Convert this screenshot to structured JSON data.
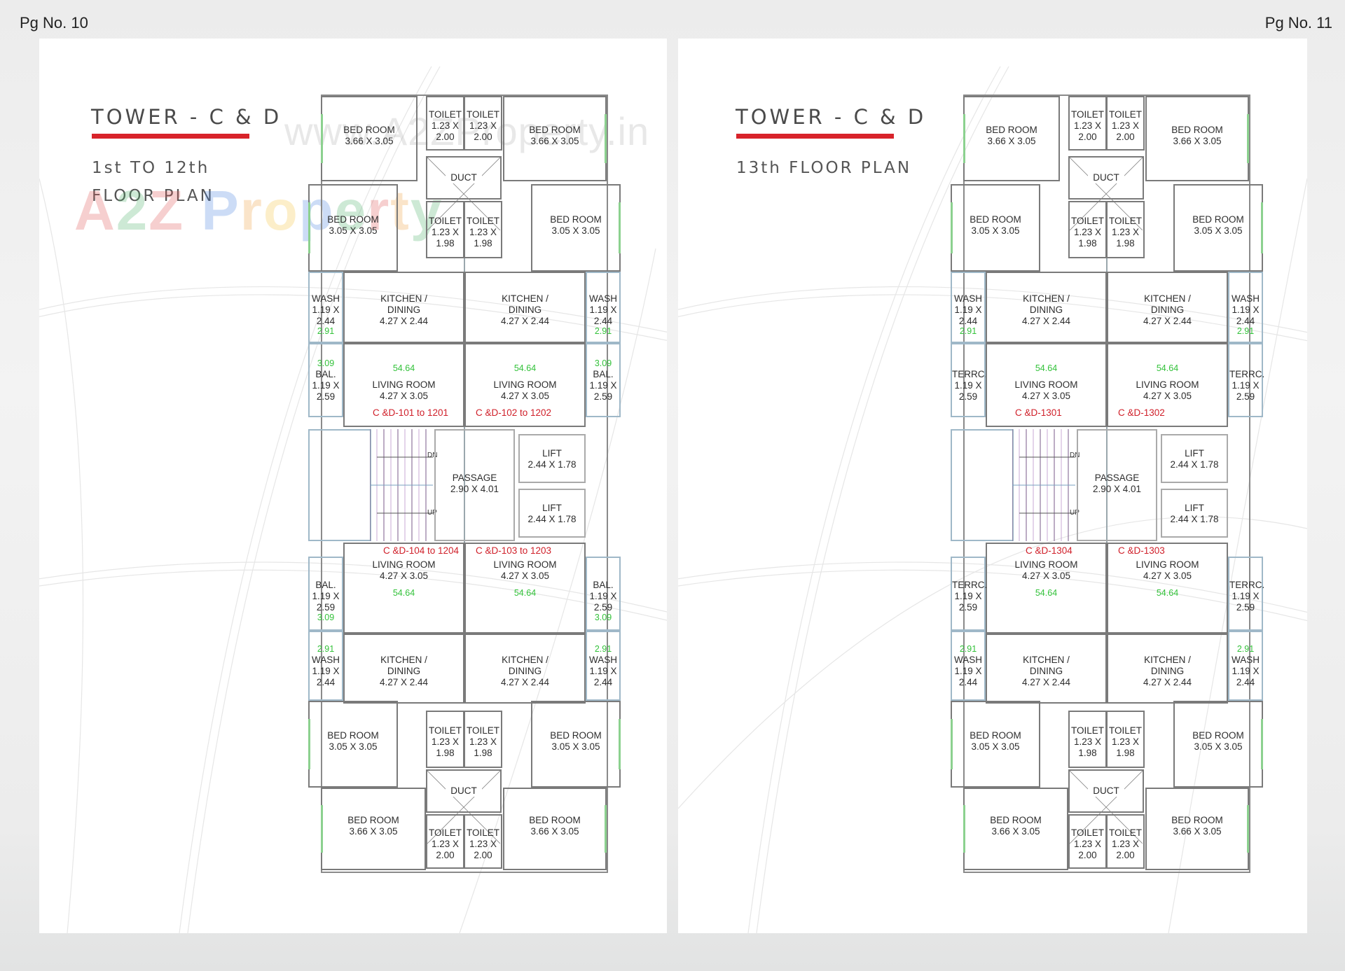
{
  "pages": {
    "left": {
      "page_number": "Pg No. 10",
      "title": "TOWER - C & D",
      "subtitle_line1": "1st TO 12th",
      "subtitle_line2": "FLOOR PLAN",
      "watermark_url": "www.A2ZProperty.in",
      "watermark_logo": [
        "A",
        "2",
        "Z",
        " ",
        "P",
        "r",
        "o",
        "p",
        "e",
        "r",
        "t",
        "y"
      ]
    },
    "right": {
      "page_number": "Pg No. 11",
      "title": "TOWER - C & D",
      "subtitle_line1": "13th FLOOR PLAN"
    }
  },
  "colors": {
    "accent_red": "#d8232a",
    "unit_label_red": "#d0202a",
    "area_green": "#33c23a",
    "wall": "#7a7a7a",
    "window": "#8cd18f"
  },
  "plan_left": {
    "top": {
      "bed_large_l": {
        "name": "BED ROOM",
        "size": "3.66 X 3.05"
      },
      "bed_large_r": {
        "name": "BED ROOM",
        "size": "3.66 X 3.05"
      },
      "toilet_top_l": {
        "name": "TOILET",
        "size": "1.23 X\n2.00"
      },
      "toilet_top_r": {
        "name": "TOILET",
        "size": "1.23 X\n2.00"
      },
      "duct": "DUCT",
      "toilet_mid_l": {
        "name": "TOILET",
        "size": "1.23 X\n1.98"
      },
      "toilet_mid_r": {
        "name": "TOILET",
        "size": "1.23 X\n1.98"
      },
      "bed_small_l": {
        "name": "BED ROOM",
        "size": "3.05 X 3.05"
      },
      "bed_small_r": {
        "name": "BED ROOM",
        "size": "3.05 X 3.05"
      },
      "wash_l": {
        "name": "WASH",
        "size": "1.19 X\n2.44",
        "area": "2.91"
      },
      "wash_r": {
        "name": "WASH",
        "size": "1.19 X\n2.44",
        "area": "2.91"
      },
      "kitchen_l": {
        "name": "KITCHEN /\nDINING",
        "size": "4.27 X 2.44"
      },
      "kitchen_r": {
        "name": "KITCHEN /\nDINING",
        "size": "4.27 X 2.44"
      },
      "bal_l": {
        "area": "3.09",
        "name": "BAL.",
        "size": "1.19 X\n2.59"
      },
      "bal_r": {
        "area": "3.09",
        "name": "BAL.",
        "size": "1.19 X\n2.59"
      },
      "living_l": {
        "area": "54.64",
        "name": "LIVING ROOM",
        "size": "4.27 X 3.05",
        "unit": "C &D-101 to 1201"
      },
      "living_r": {
        "area": "54.64",
        "name": "LIVING ROOM",
        "size": "4.27 X 3.05",
        "unit": "C &D-102 to 1202"
      }
    },
    "core": {
      "stair_dn": "DN",
      "stair_up": "UP",
      "passage": {
        "name": "PASSAGE",
        "size": "2.90 X 4.01"
      },
      "lift_1": {
        "name": "LIFT",
        "size": "2.44 X 1.78"
      },
      "lift_2": {
        "name": "LIFT",
        "size": "2.44 X 1.78"
      }
    },
    "bottom": {
      "living_l": {
        "unit": "C &D-104 to 1204",
        "name": "LIVING ROOM",
        "size": "4.27 X 3.05",
        "area": "54.64"
      },
      "living_r": {
        "unit": "C &D-103 to 1203",
        "name": "LIVING ROOM",
        "size": "4.27 X 3.05",
        "area": "54.64"
      },
      "bal_l": {
        "name": "BAL.",
        "size": "1.19 X\n2.59",
        "area": "3.09"
      },
      "bal_r": {
        "name": "BAL.",
        "size": "1.19 X\n2.59",
        "area": "3.09"
      },
      "wash_l": {
        "area": "2.91",
        "name": "WASH",
        "size": "1.19 X\n2.44"
      },
      "wash_r": {
        "area": "2.91",
        "name": "WASH",
        "size": "1.19 X\n2.44"
      },
      "kitchen_l": {
        "name": "KITCHEN /\nDINING",
        "size": "4.27 X 2.44"
      },
      "kitchen_r": {
        "name": "KITCHEN /\nDINING",
        "size": "4.27 X 2.44"
      },
      "bed_small_l": {
        "name": "BED ROOM",
        "size": "3.05 X 3.05"
      },
      "bed_small_r": {
        "name": "BED ROOM",
        "size": "3.05 X 3.05"
      },
      "toilet_mid_l": {
        "name": "TOILET",
        "size": "1.23 X\n1.98"
      },
      "toilet_mid_r": {
        "name": "TOILET",
        "size": "1.23 X\n1.98"
      },
      "duct": "DUCT",
      "toilet_bot_l": {
        "name": "TOILET",
        "size": "1.23 X\n2.00"
      },
      "toilet_bot_r": {
        "name": "TOILET",
        "size": "1.23 X\n2.00"
      },
      "bed_large_l": {
        "name": "BED ROOM",
        "size": "3.66 X 3.05"
      },
      "bed_large_r": {
        "name": "BED ROOM",
        "size": "3.66 X 3.05"
      }
    }
  },
  "plan_right": {
    "top": {
      "bed_large_l": {
        "name": "BED ROOM",
        "size": "3.66 X 3.05"
      },
      "bed_large_r": {
        "name": "BED ROOM",
        "size": "3.66 X 3.05"
      },
      "toilet_top_l": {
        "name": "TOILET",
        "size": "1.23 X\n2.00"
      },
      "toilet_top_r": {
        "name": "TOILET",
        "size": "1.23 X\n2.00"
      },
      "duct": "DUCT",
      "toilet_mid_l": {
        "name": "TOILET",
        "size": "1.23 X\n1.98"
      },
      "toilet_mid_r": {
        "name": "TOILET",
        "size": "1.23 X\n1.98"
      },
      "bed_small_l": {
        "name": "BED ROOM",
        "size": "3.05 X 3.05"
      },
      "bed_small_r": {
        "name": "BED ROOM",
        "size": "3.05 X 3.05"
      },
      "wash_l": {
        "name": "WASH",
        "size": "1.19 X\n2.44",
        "area": "2.91"
      },
      "wash_r": {
        "name": "WASH",
        "size": "1.19 X\n2.44",
        "area": "2.91"
      },
      "kitchen_l": {
        "name": "KITCHEN /\nDINING",
        "size": "4.27 X 2.44"
      },
      "kitchen_r": {
        "name": "KITCHEN /\nDINING",
        "size": "4.27 X 2.44"
      },
      "bal_l": {
        "area": "",
        "name": "TERRC.",
        "size": "1.19 X\n2.59"
      },
      "bal_r": {
        "area": "",
        "name": "TERRC.",
        "size": "1.19 X\n2.59"
      },
      "living_l": {
        "area": "54.64",
        "name": "LIVING ROOM",
        "size": "4.27 X 3.05",
        "unit": "C &D-1301"
      },
      "living_r": {
        "area": "54.64",
        "name": "LIVING ROOM",
        "size": "4.27 X 3.05",
        "unit": "C &D-1302"
      }
    },
    "core": {
      "stair_dn": "DN",
      "stair_up": "UP",
      "passage": {
        "name": "PASSAGE",
        "size": "2.90 X 4.01"
      },
      "lift_1": {
        "name": "LIFT",
        "size": "2.44 X 1.78"
      },
      "lift_2": {
        "name": "LIFT",
        "size": "2.44 X 1.78"
      }
    },
    "bottom": {
      "living_l": {
        "unit": "C &D-1304",
        "name": "LIVING ROOM",
        "size": "4.27 X 3.05",
        "area": "54.64"
      },
      "living_r": {
        "unit": "C &D-1303",
        "name": "LIVING ROOM",
        "size": "4.27 X 3.05",
        "area": "54.64"
      },
      "bal_l": {
        "name": "TERRC.",
        "size": "1.19 X\n2.59",
        "area": ""
      },
      "bal_r": {
        "name": "TERRC.",
        "size": "1.19 X\n2.59",
        "area": ""
      },
      "wash_l": {
        "area": "2.91",
        "name": "WASH",
        "size": "1.19 X\n2.44"
      },
      "wash_r": {
        "area": "2.91",
        "name": "WASH",
        "size": "1.19 X\n2.44"
      },
      "kitchen_l": {
        "name": "KITCHEN /\nDINING",
        "size": "4.27 X 2.44"
      },
      "kitchen_r": {
        "name": "KITCHEN /\nDINING",
        "size": "4.27 X 2.44"
      },
      "bed_small_l": {
        "name": "BED ROOM",
        "size": "3.05 X 3.05"
      },
      "bed_small_r": {
        "name": "BED ROOM",
        "size": "3.05 X 3.05"
      },
      "toilet_mid_l": {
        "name": "TOILET",
        "size": "1.23 X\n1.98"
      },
      "toilet_mid_r": {
        "name": "TOILET",
        "size": "1.23 X\n1.98"
      },
      "duct": "DUCT",
      "toilet_bot_l": {
        "name": "TOILET",
        "size": "1.23 X\n2.00"
      },
      "toilet_bot_r": {
        "name": "TOILET",
        "size": "1.23 X\n2.00"
      },
      "bed_large_l": {
        "name": "BED ROOM",
        "size": "3.66 X 3.05"
      },
      "bed_large_r": {
        "name": "BED ROOM",
        "size": "3.66 X 3.05"
      }
    }
  }
}
